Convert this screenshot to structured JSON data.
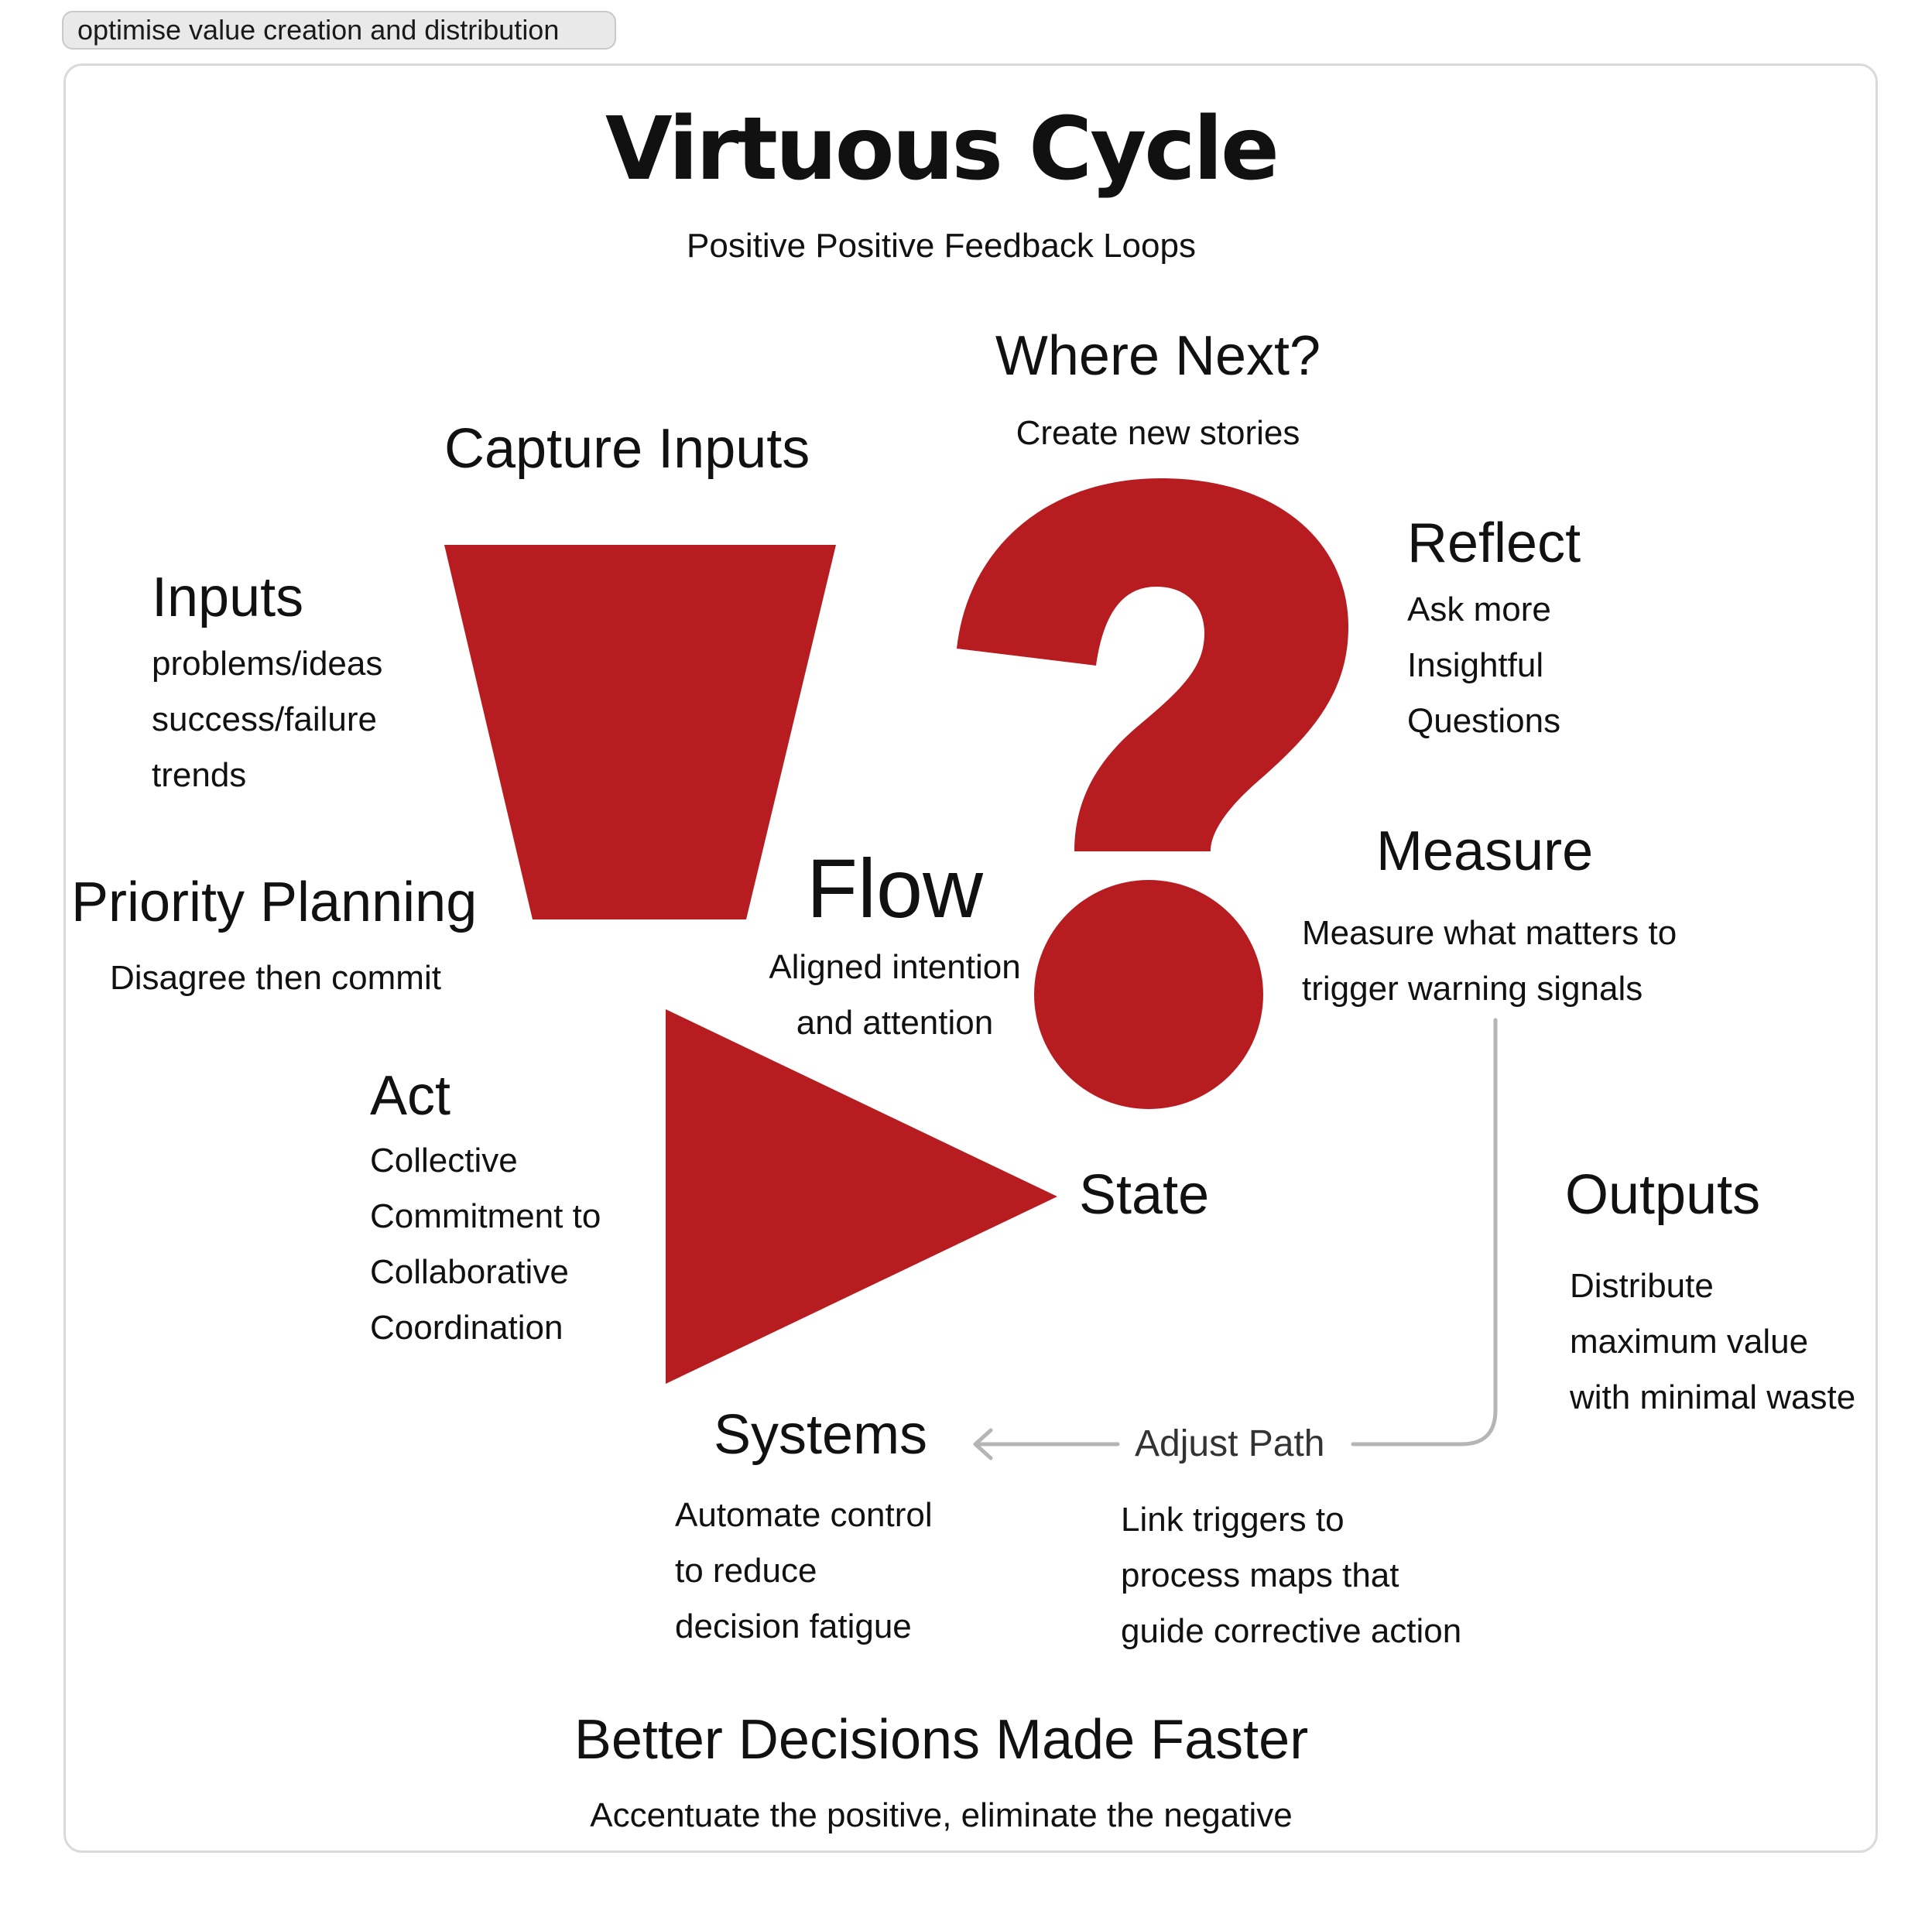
{
  "header": {
    "tag_label": "optimise value creation and distribution"
  },
  "diagram": {
    "title": "Virtuous Cycle",
    "subtitle": "Positive Positive Feedback Loops",
    "where_next": {
      "heading": "Where Next?",
      "text": "Create new stories"
    },
    "capture_inputs": {
      "heading": "Capture Inputs"
    },
    "inputs": {
      "heading": "Inputs",
      "lines": [
        "problems/ideas",
        "success/failure",
        "trends"
      ]
    },
    "reflect": {
      "heading": "Reflect",
      "lines": [
        "Ask more",
        "Insightful",
        "Questions"
      ]
    },
    "priority_planning": {
      "heading": "Priority Planning",
      "text": "Disagree then commit"
    },
    "flow": {
      "heading": "Flow",
      "lines": [
        "Aligned intention",
        "and attention"
      ]
    },
    "measure": {
      "heading": "Measure",
      "lines": [
        "Measure what matters to",
        "trigger warning signals"
      ]
    },
    "act": {
      "heading": "Act",
      "lines": [
        "Collective",
        "Commitment to",
        "Collaborative",
        "Coordination"
      ]
    },
    "state": {
      "heading": "State"
    },
    "outputs": {
      "heading": "Outputs",
      "lines": [
        "Distribute",
        "maximum value",
        "with minimal waste"
      ]
    },
    "systems": {
      "heading": "Systems",
      "lines": [
        "Automate control",
        "to reduce",
        "decision fatigue"
      ]
    },
    "adjust_path": {
      "heading": "Adjust Path",
      "lines": [
        "Link triggers to",
        "process maps that",
        "guide corrective action"
      ]
    },
    "footer": {
      "heading": "Better Decisions Made Faster",
      "text": "Accentuate the positive, eliminate the negative"
    }
  },
  "colors": {
    "shape_red": "#b71c20",
    "connector_gray": "#b5b5b5",
    "card_border": "#dadada"
  },
  "icons": {
    "funnel": "funnel-icon",
    "question_mark": "question-mark-icon",
    "play_triangle": "play-triangle-icon",
    "arrow": "arrow-left-icon"
  }
}
